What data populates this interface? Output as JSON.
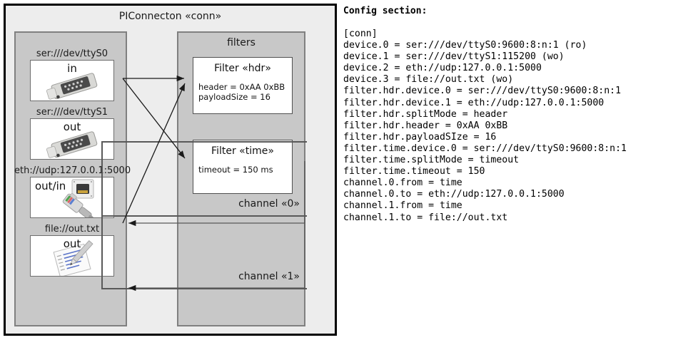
{
  "diagram": {
    "title": "PIConnecton «conn»",
    "devices_panel": {
      "name": "devices",
      "items": [
        {
          "label": "ser:///dev/ttyS0",
          "direction": "in",
          "icon": "serial-db9-icon"
        },
        {
          "label": "ser:///dev/ttyS1",
          "direction": "out",
          "icon": "serial-db9-icon"
        },
        {
          "label": "eth://udp:127.0.0.1:5000",
          "direction": "out/in",
          "icon": "ethernet-jack-icon"
        },
        {
          "label": "file://out.txt",
          "direction": "out",
          "icon": "document-pencil-icon"
        }
      ]
    },
    "filters_panel": {
      "title": "filters",
      "filters": [
        {
          "title": "Filter «hdr»",
          "props": [
            "header = 0xAA 0xBB",
            "payloadSize = 16"
          ]
        },
        {
          "title": "Filter «time»",
          "props": [
            "timeout = 150 ms"
          ]
        }
      ]
    },
    "channels": [
      {
        "label": "channel «0»"
      },
      {
        "label": "channel «1»"
      }
    ]
  },
  "config": {
    "heading": "Config section:",
    "lines": [
      "[conn]",
      "device.0 = ser:///dev/ttyS0:9600:8:n:1 (ro)",
      "device.1 = ser:///dev/ttyS1:115200 (wo)",
      "device.2 = eth://udp:127.0.0.1:5000",
      "device.3 = file://out.txt (wo)",
      "filter.hdr.device.0 = ser:///dev/ttyS0:9600:8:n:1",
      "filter.hdr.device.1 = eth://udp:127.0.0.1:5000",
      "filter.hdr.splitMode = header",
      "filter.hdr.header = 0xAA 0xBB",
      "filter.hdr.payloadSIze = 16",
      "filter.time.device.0 = ser:///dev/ttyS0:9600:8:n:1",
      "filter.time.splitMode = timeout",
      "filter.time.timeout = 150",
      "channel.0.from = time",
      "channel.0.to = eth://udp:127.0.0.1:5000",
      "channel.1.from = time",
      "channel.1.to = file://out.txt"
    ]
  },
  "colors": {
    "page_background": "#ffffff",
    "frame_background": "#ededed",
    "panel_background": "#c8c8c8",
    "panel_border": "#808080",
    "box_background": "#ffffff",
    "edge_stroke": "#1a1a1a",
    "text": "#1a1a1a"
  }
}
